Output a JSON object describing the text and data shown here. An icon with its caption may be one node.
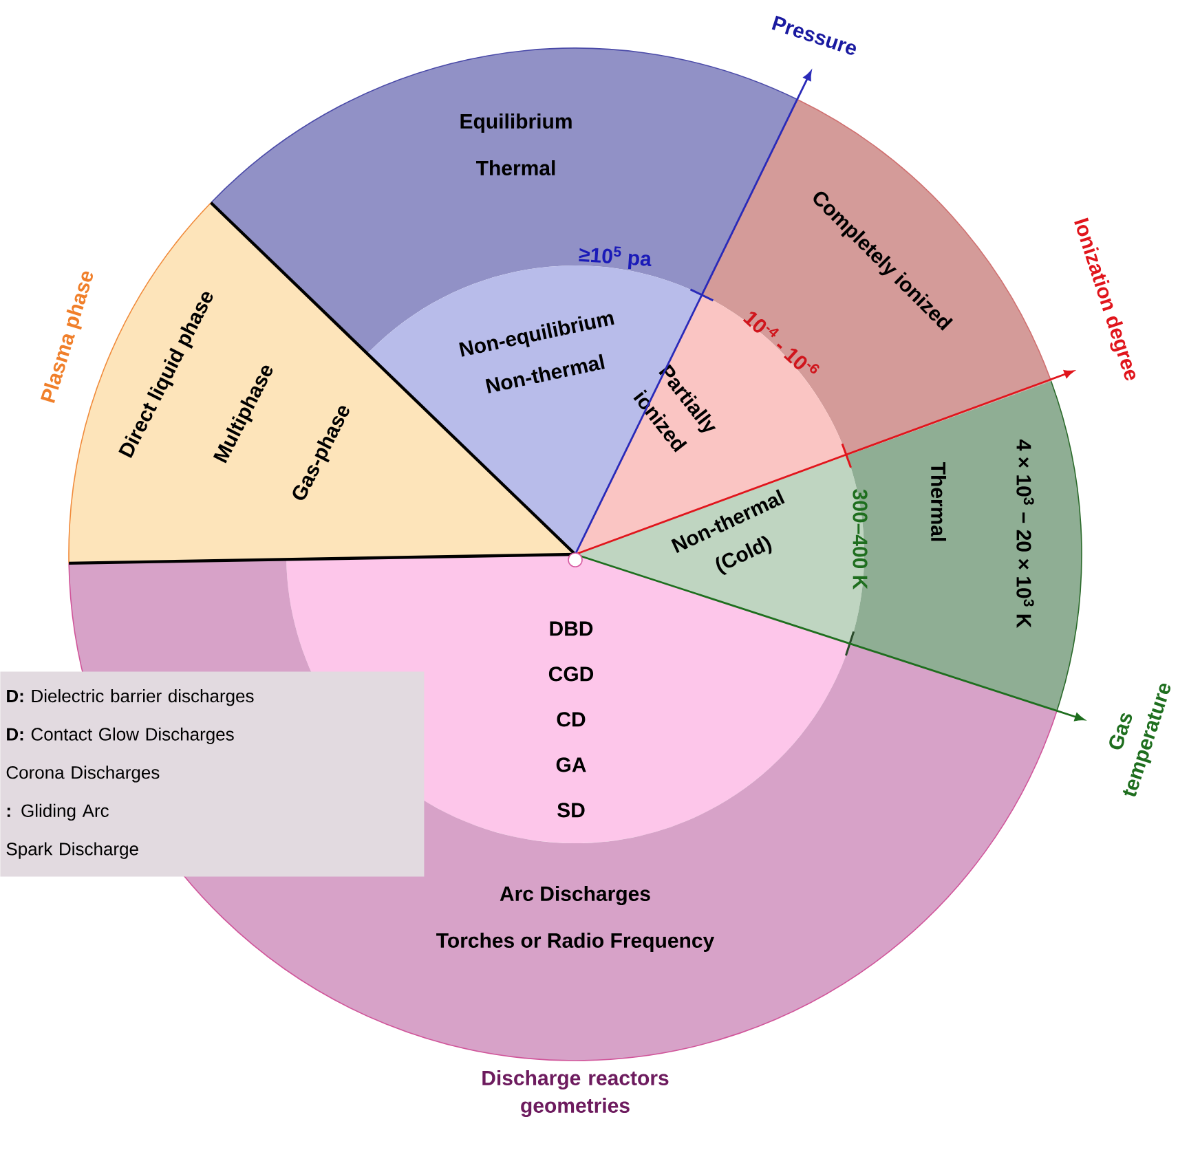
{
  "diagram": {
    "nodes": [
      {
        "text": [
          "Equilibrium",
          "Thermal"
        ]
      },
      {
        "text": [
          "Non-equilibrium",
          "Non-thermal"
        ]
      },
      {
        "text": [
          "Completely ionized"
        ]
      },
      {
        "text": [
          "Partially ionized"
        ]
      },
      {
        "text": [
          "Direct liquid phase",
          "Multiphase",
          "Gas-phase"
        ]
      },
      {
        "text": [
          "Non-thermal (Cold)"
        ]
      },
      {
        "text": [
          "Thermal"
        ]
      },
      {
        "text": [
          "DBD",
          "CGD",
          "CD",
          "GA",
          "SD"
        ]
      },
      {
        "text": [
          "Arc Discharges",
          "Torches or Radio Frequency"
        ]
      },
      {
        "text": [
          "**D:** Dielectric barrier discharges",
          "**D:** Contact Glow Discharges",
          "Corona Discharges",
          "**:** Gliding Arc",
          "Spark Discharge"
        ]
      }
    ],
    "labels": [
      "Pressure",
      "Plasma phase",
      "≥10$^{5}$ pa",
      "Ionization degree",
      "10$^{-4}$ - 10$^{-6}$",
      "300–400 K",
      "4 × 10$^{3}$ − 20 × 10$^{3}$ K",
      "Gas temperature",
      "Discharge reactors geometries"
    ]
  }
}
